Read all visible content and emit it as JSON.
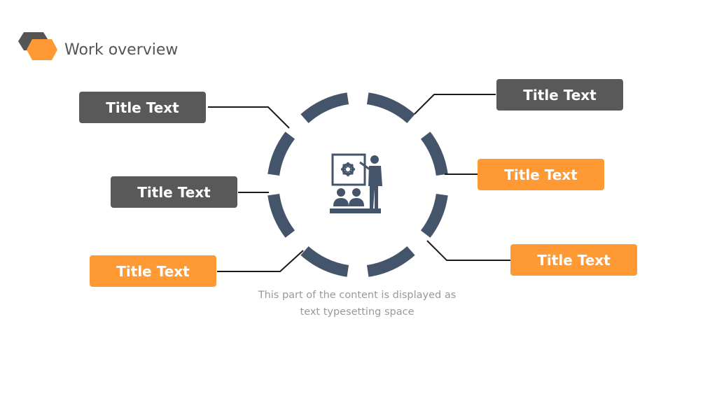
{
  "header": {
    "title": "Work overview",
    "icon": "hexagon-logo-icon"
  },
  "colors": {
    "gray": "#595959",
    "orange": "#FF9933",
    "ring": "#44546A",
    "text_muted": "#999999"
  },
  "diagram": {
    "center_icon": "presenter-board-icon",
    "labels": {
      "left_top": "Title Text",
      "left_middle": "Title Text",
      "left_bottom": "Title Text",
      "right_top": "Title Text",
      "right_middle": "Title Text",
      "right_bottom": "Title Text"
    },
    "caption": "This part of the content is displayed as text typesetting space"
  }
}
